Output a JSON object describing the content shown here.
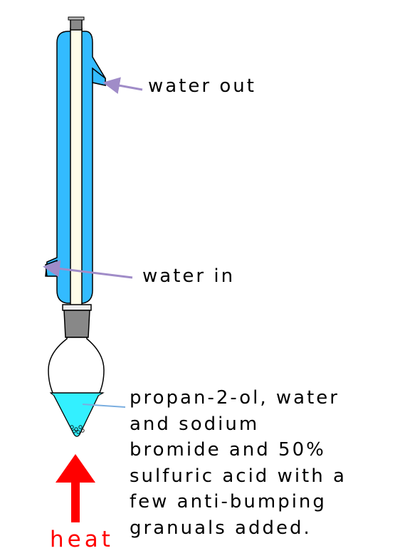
{
  "labels": {
    "water_out": "water out",
    "water_in": "water in",
    "mixture_lines": [
      "propan-2-ol, water",
      "and sodium",
      "bromide and 50%",
      "sulfuric acid with a",
      "few anti-bumping",
      "granuals added."
    ],
    "heat": "heat"
  },
  "colors": {
    "condenser_jacket": "#33bbff",
    "inner_tube": "#fffde8",
    "stopper": "#888888",
    "liquid": "#33f0ff",
    "label_arrow": "#a08cc8",
    "pointer_line": "#7aaee0",
    "heat_arrow": "#ff0000"
  }
}
